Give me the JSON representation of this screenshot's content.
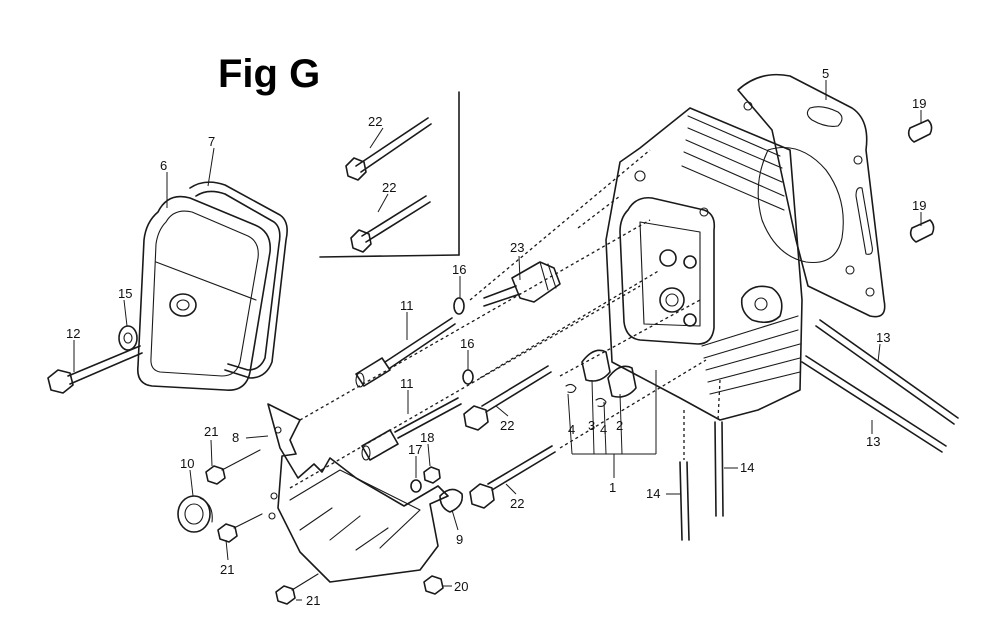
{
  "figure": {
    "title": "Fig G"
  },
  "callouts": [
    {
      "id": "c22a",
      "text": "22"
    },
    {
      "id": "c22b",
      "text": "22"
    },
    {
      "id": "c7",
      "text": "7"
    },
    {
      "id": "c6",
      "text": "6"
    },
    {
      "id": "c5",
      "text": "5"
    },
    {
      "id": "c19a",
      "text": "19"
    },
    {
      "id": "c19b",
      "text": "19"
    },
    {
      "id": "c23",
      "text": "23"
    },
    {
      "id": "c16a",
      "text": "16"
    },
    {
      "id": "c16b",
      "text": "16"
    },
    {
      "id": "c15",
      "text": "15"
    },
    {
      "id": "c12",
      "text": "12"
    },
    {
      "id": "c11a",
      "text": "11"
    },
    {
      "id": "c11b",
      "text": "11"
    },
    {
      "id": "c13a",
      "text": "13"
    },
    {
      "id": "c13b",
      "text": "13"
    },
    {
      "id": "c22c",
      "text": "22"
    },
    {
      "id": "c22d",
      "text": "22"
    },
    {
      "id": "c4a",
      "text": "4"
    },
    {
      "id": "c3",
      "text": "3"
    },
    {
      "id": "c4b",
      "text": "4"
    },
    {
      "id": "c2",
      "text": "2"
    },
    {
      "id": "c1",
      "text": "1"
    },
    {
      "id": "c8",
      "text": "8"
    },
    {
      "id": "c21a",
      "text": "21"
    },
    {
      "id": "c10",
      "text": "10"
    },
    {
      "id": "c17",
      "text": "17"
    },
    {
      "id": "c18",
      "text": "18"
    },
    {
      "id": "c9",
      "text": "9"
    },
    {
      "id": "c14a",
      "text": "14"
    },
    {
      "id": "c14b",
      "text": "14"
    },
    {
      "id": "c21b",
      "text": "21"
    },
    {
      "id": "c20",
      "text": "20"
    },
    {
      "id": "c21c",
      "text": "21"
    }
  ]
}
